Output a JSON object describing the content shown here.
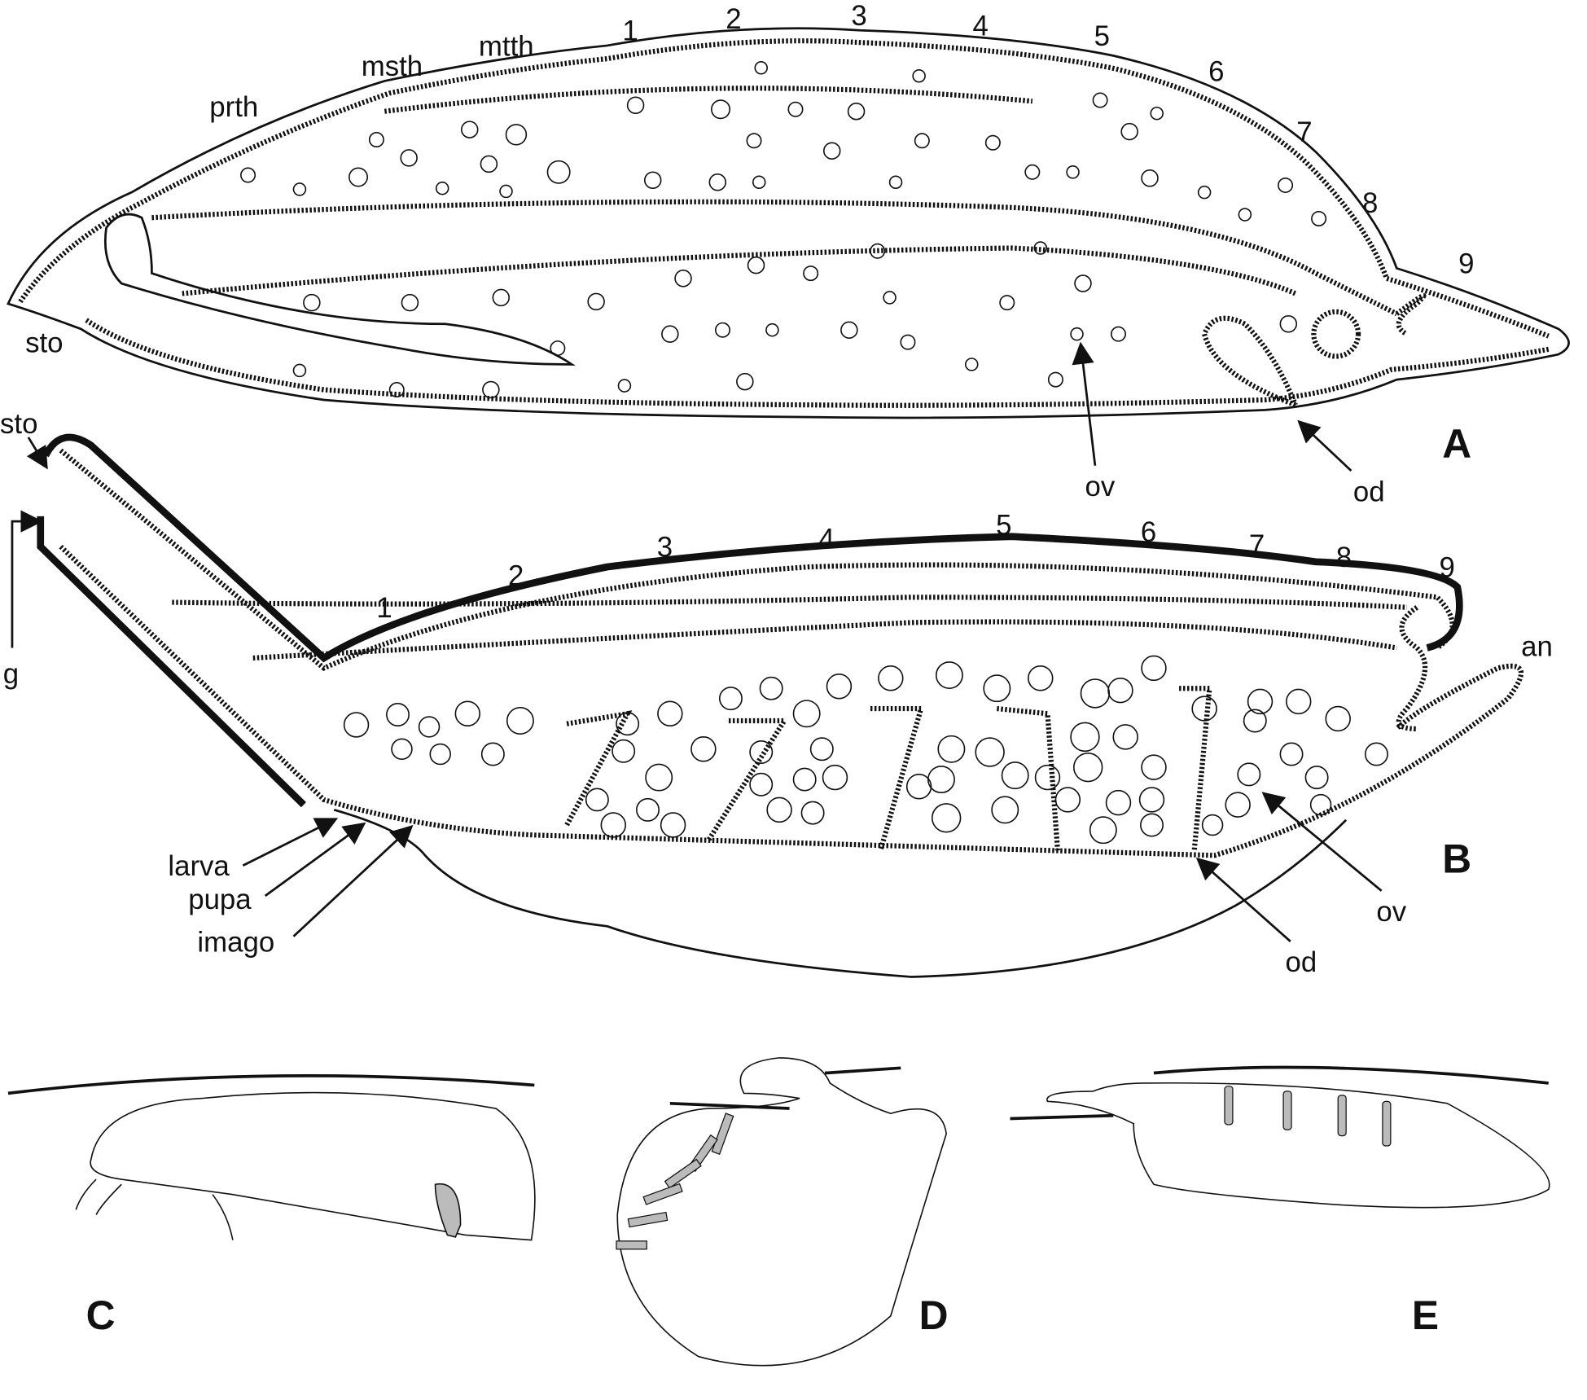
{
  "figure": {
    "panel_a": {
      "letter": "A",
      "labels": {
        "prth": "prth",
        "msth": "msth",
        "mtth": "mtth",
        "sto": "sto",
        "ov": "ov",
        "od": "od"
      },
      "segments": [
        "1",
        "2",
        "3",
        "4",
        "5",
        "6",
        "7",
        "8",
        "9"
      ]
    },
    "panel_b": {
      "letter": "B",
      "labels": {
        "sto": "sto",
        "g": "g",
        "an": "an",
        "larva": "larva",
        "pupa": "pupa",
        "imago": "imago",
        "od": "od",
        "ov": "ov"
      },
      "segments": [
        "1",
        "2",
        "3",
        "4",
        "5",
        "6",
        "7",
        "8",
        "9"
      ]
    },
    "panel_c": {
      "letter": "C"
    },
    "panel_d": {
      "letter": "D"
    },
    "panel_e": {
      "letter": "E"
    }
  }
}
